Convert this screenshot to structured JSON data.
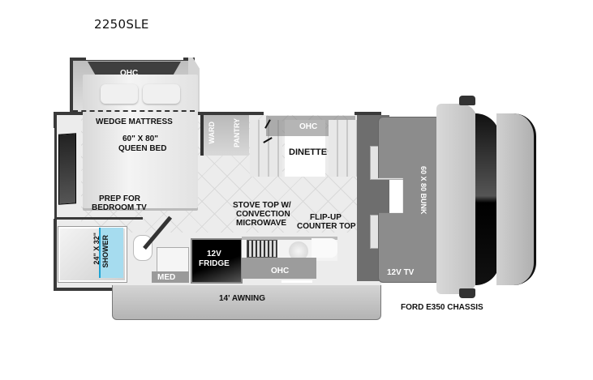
{
  "model": "2250SLE",
  "labels": {
    "bedroom_ohc": "OHC",
    "wedge_mattress": "WEDGE MATTRESS",
    "bed_size": "60\" X 80\"",
    "bed_type": "QUEEN BED",
    "prep_tv_1": "PREP FOR",
    "prep_tv_2": "BEDROOM TV",
    "shower_size": "24\" X 32\"",
    "shower": "SHOWER",
    "med": "MED",
    "ward": "WARD",
    "pantry": "PANTRY",
    "dinette_ohc": "OHC",
    "dinette": "DINETTE",
    "stove_1": "STOVE TOP W/",
    "stove_2": "CONVECTION",
    "stove_3": "MICROWAVE",
    "flip_1": "FLIP-UP",
    "flip_2": "COUNTER TOP",
    "fridge_1": "12V",
    "fridge_2": "FRIDGE",
    "kitchen_ohc": "OHC",
    "bunk": "60 X 80 BUNK",
    "cab_tv": "12V TV",
    "awning": "14' AWNING",
    "chassis": "FORD E350 CHASSIS"
  },
  "colors": {
    "wall": "#3a3a3a",
    "floor": "#ececec",
    "bunk": "#8a8a8a",
    "cab": "#cfcfcf",
    "windshield": "#111111",
    "shower_glass": "#9fd8ec",
    "fridge": "#0a0a0a",
    "awning": "#c4c4c4"
  }
}
